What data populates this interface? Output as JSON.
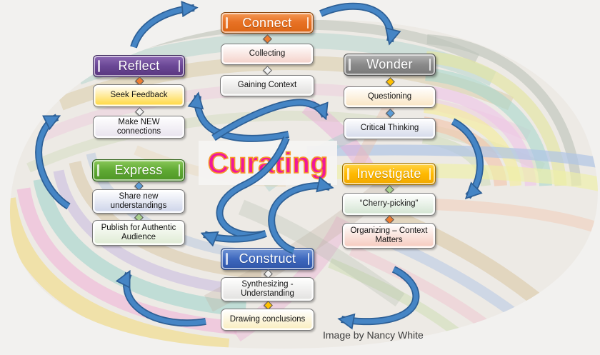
{
  "diagram_title": {
    "text": "Curating",
    "color": "#F0189B",
    "outline_color": "#F59A28"
  },
  "attribution": "Image by Nancy White",
  "groups": [
    {
      "id": "connect",
      "label": "Connect",
      "header_color": "#E06C1A",
      "items": [
        {
          "text": "Collecting",
          "fill": "#F5D5CE"
        },
        {
          "text": "Gaining Context",
          "fill": "#E2E1DF"
        }
      ],
      "connector_colors": [
        "#ED7D31",
        "#F2F2F2"
      ]
    },
    {
      "id": "wonder",
      "label": "Wonder",
      "header_color": "#898989",
      "items": [
        {
          "text": "Questioning",
          "fill": "#FAE7C8"
        },
        {
          "text": "Critical Thinking",
          "fill": "#D8DDEC"
        }
      ],
      "connector_colors": [
        "#FFC000",
        "#5B9BD5"
      ]
    },
    {
      "id": "reflect",
      "label": "Reflect",
      "header_color": "#64438F",
      "items": [
        {
          "text": "Seek Feedback",
          "fill": "#FFDB4F"
        },
        {
          "text": "Make NEW connections",
          "fill": "#EAE5EF"
        }
      ],
      "connector_colors": [
        "#ED7D31",
        "#F2F2F2"
      ]
    },
    {
      "id": "express",
      "label": "Express",
      "header_color": "#58A42E",
      "items": [
        {
          "text": "Share new understandings",
          "fill": "#D2D8EB"
        },
        {
          "text": "Publish for Authentic Audience",
          "fill": "#E2EDD8"
        }
      ],
      "connector_colors": [
        "#5B9BD5",
        "#A9D18E"
      ]
    },
    {
      "id": "investigate",
      "label": "Investigate",
      "header_color": "#FFBB00",
      "items": [
        {
          "text": "“Cherry-picking”",
          "fill": "#D7E7D6"
        },
        {
          "text": "Organizing – Context Matters",
          "fill": "#F6CFC4"
        }
      ],
      "connector_colors": [
        "#A9D18E",
        "#ED7D31"
      ]
    },
    {
      "id": "construct",
      "label": "Construct",
      "header_color": "#3A66BE",
      "items": [
        {
          "text": "Synthesizing - Understanding",
          "fill": "#E5E4E2"
        },
        {
          "text": "Drawing conclusions",
          "fill": "#FAEFC5"
        }
      ],
      "connector_colors": [
        "#F2F2F2",
        "#FFC000"
      ]
    }
  ],
  "arrows": [
    {
      "from": "Reflect",
      "to": "Connect"
    },
    {
      "from": "Connect",
      "to": "Wonder"
    },
    {
      "from": "center",
      "to": "Seek Feedback"
    },
    {
      "from": "center",
      "to": "Critical Thinking"
    },
    {
      "from": "Express",
      "to": "Reflect"
    },
    {
      "from": "center",
      "to": "Publish for Authentic Audience"
    },
    {
      "from": "Construct",
      "to": "Investigate"
    },
    {
      "from": "Drawing conclusions",
      "to": "Express"
    },
    {
      "from": "Critical Thinking",
      "to": "Investigate"
    },
    {
      "from": "Organizing – Context Matters",
      "to": "Drawing conclusions"
    }
  ],
  "arrow_color": "#4585C5",
  "background_palette": [
    "#F0DE9A",
    "#F0BCDA",
    "#A8D6CE",
    "#C6B8E0",
    "#D8C4A0",
    "#AFC4E5",
    "#F3C3A9",
    "#E3E5A2",
    "#EEF0A8",
    "#BFC5BB"
  ]
}
